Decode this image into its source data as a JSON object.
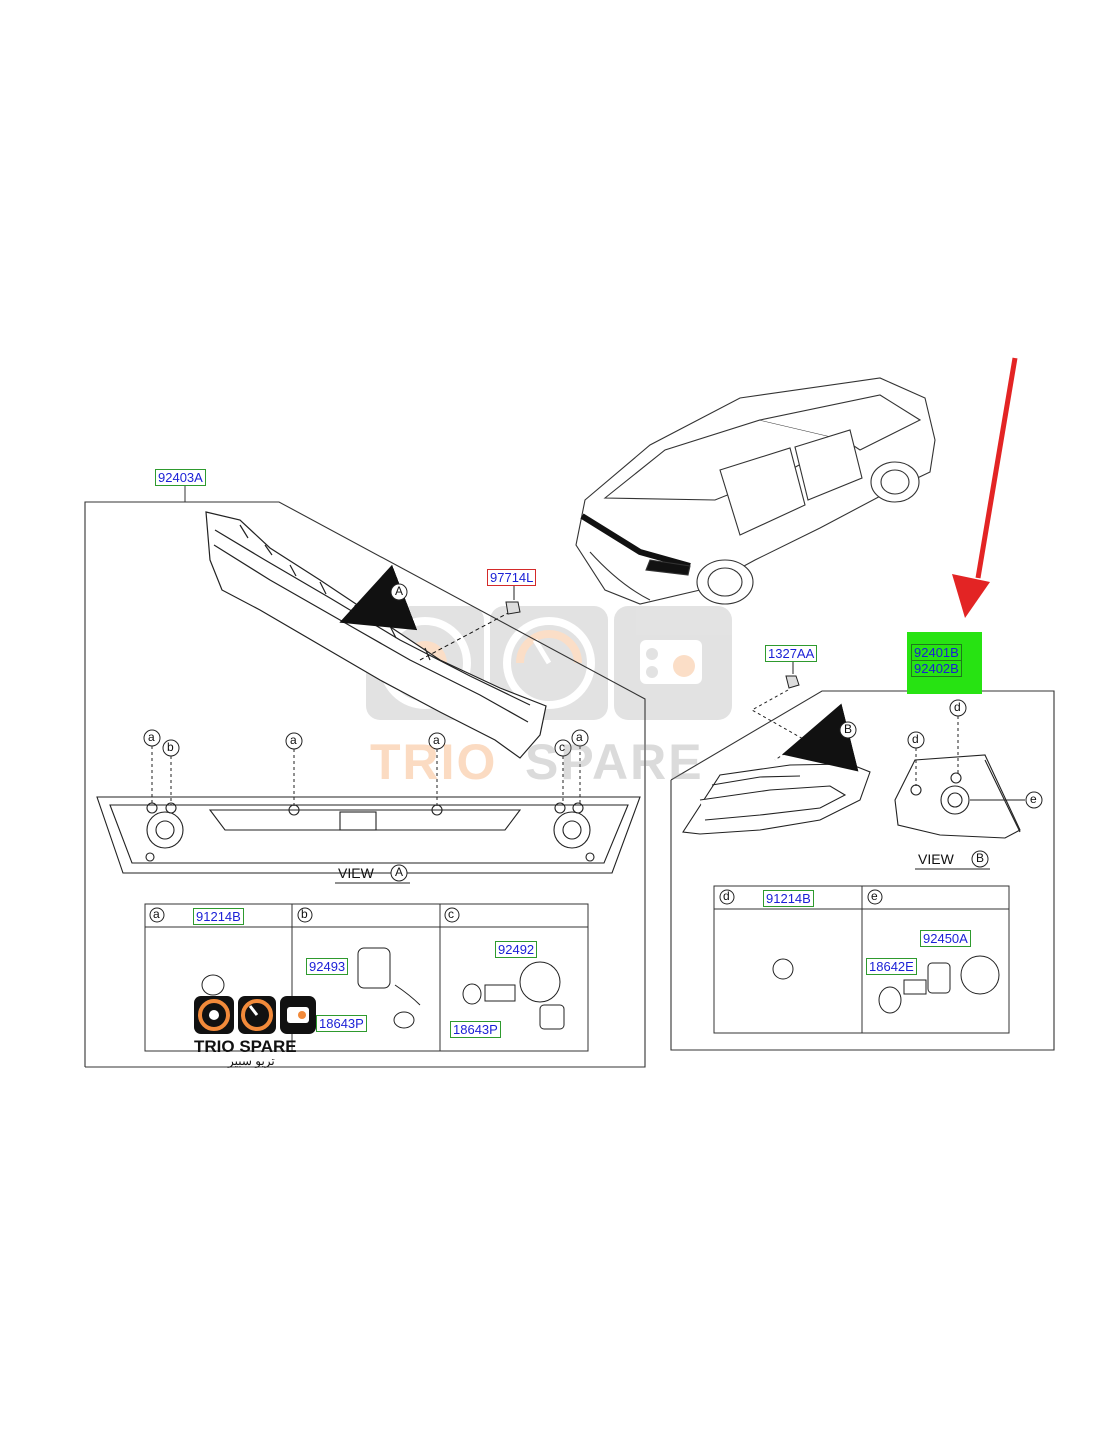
{
  "parts": {
    "main_lamp_assy": "92403A",
    "nut_a": "97714L",
    "nut_b": "1327AA",
    "rear_combination_lamp_lh": "92401B",
    "rear_combination_lamp_rh": "92402B",
    "socket_a": "91214B",
    "holder_b": "92493",
    "bulb_b": "18643P",
    "holder_c": "92492",
    "bulb_c": "18643P",
    "socket_d": "91214B",
    "holder_e": "92450A",
    "bulb_e": "18642E"
  },
  "callouts": {
    "a": "a",
    "b": "b",
    "c": "c",
    "d": "d",
    "e": "e",
    "A": "A",
    "B": "B"
  },
  "views": {
    "view_prefix": "VIEW",
    "view_a": "A",
    "view_b": "B"
  },
  "watermark": {
    "word1": "TRIO",
    "word2": "SPARE"
  },
  "logo": {
    "name": "TRIO SPARE",
    "arabic": "تريو سبير"
  },
  "colors": {
    "highlight": "#27e312",
    "arrow": "#e32424",
    "part_text": "#1a1fd6",
    "part_border": "#2e9a2e",
    "accent_orange": "#f28a3a"
  }
}
